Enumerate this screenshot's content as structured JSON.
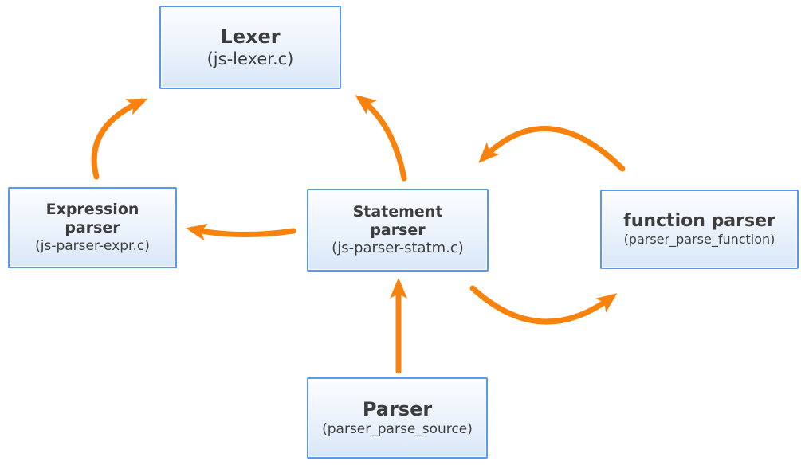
{
  "nodes": {
    "lexer": {
      "title": "Lexer",
      "subtitle": "(js-lexer.c)"
    },
    "expression": {
      "title": "Expression parser",
      "subtitle": "(js-parser-expr.c)"
    },
    "statement": {
      "title": "Statement parser",
      "subtitle": "(js-parser-statm.c)"
    },
    "function": {
      "title": "function parser",
      "subtitle": "(parser_parse_function)"
    },
    "parser": {
      "title": "Parser",
      "subtitle": "(parser_parse_source)"
    }
  },
  "edges": [
    {
      "from": "expression-parser",
      "to": "lexer"
    },
    {
      "from": "statement-parser",
      "to": "lexer"
    },
    {
      "from": "statement-parser",
      "to": "expression-parser"
    },
    {
      "from": "function-parser",
      "to": "statement-parser"
    },
    {
      "from": "statement-parser",
      "to": "function-parser"
    },
    {
      "from": "parser",
      "to": "statement-parser"
    }
  ],
  "colors": {
    "arrow": "#f8820b",
    "box_border": "#5b97ef",
    "box_fill_top": "#fbfdff",
    "box_fill_bottom": "#d9e7f8",
    "text": "#3d3d3d"
  }
}
